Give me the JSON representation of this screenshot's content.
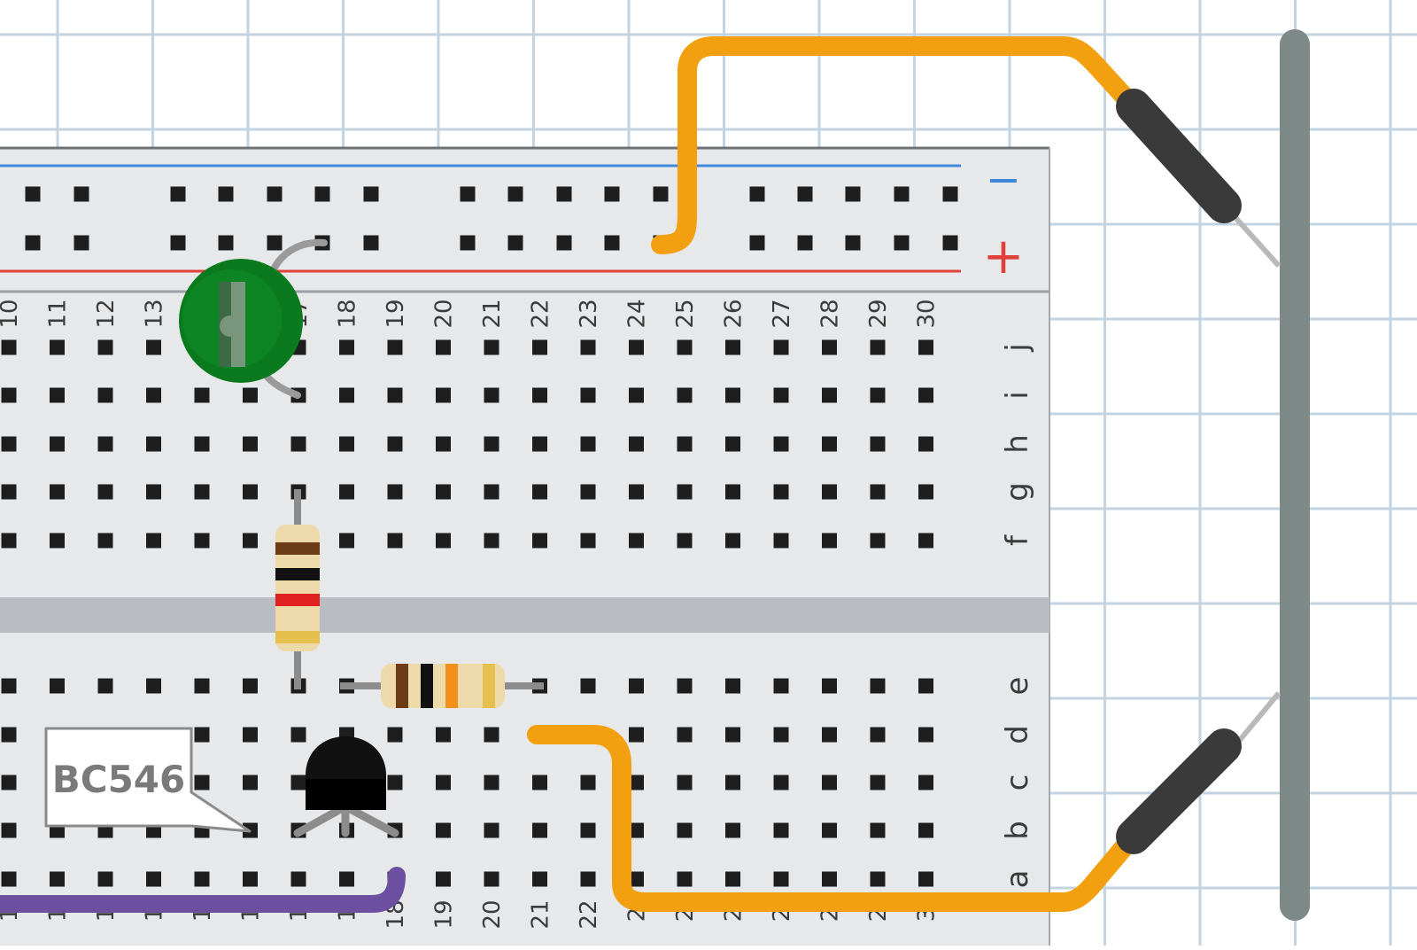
{
  "breadboard": {
    "top_columns": [
      "10",
      "11",
      "12",
      "13",
      "",
      "",
      "17",
      "18",
      "19",
      "20",
      "21",
      "22",
      "23",
      "24",
      "25",
      "26",
      "27",
      "28",
      "29",
      "30"
    ],
    "bottom_columns": [
      "1",
      "1",
      "1",
      "1",
      "1",
      "1",
      "1",
      "1",
      "18",
      "19",
      "20",
      "21",
      "22",
      "2",
      "2",
      "2",
      "2",
      "2",
      "2",
      "3"
    ],
    "rows_top": [
      "j",
      "i",
      "h",
      "g",
      "f"
    ],
    "rows_bottom": [
      "e",
      "d",
      "c",
      "b",
      "a"
    ],
    "rail_minus": "−",
    "rail_plus": "+"
  },
  "component_label": "BC546",
  "colors": {
    "grid": "#c3d3e0",
    "board": "#e6e8ea",
    "hole": "#1e1e1e",
    "wire_orange": "#f29f10",
    "wire_purple": "#6c4fa0",
    "rail_blue": "#3f88dc",
    "rail_red": "#e0413a",
    "led_green": "#0b7a1e",
    "probe_body": "#3a3a3a",
    "copper_bar": "#7d8a88"
  }
}
